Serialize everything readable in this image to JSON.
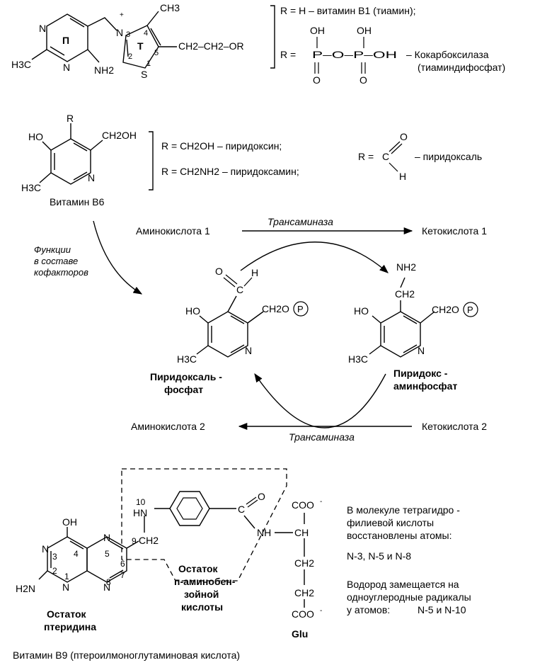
{
  "thiamine": {
    "ring_p": "П",
    "ring_t": "Т",
    "n3": "3",
    "n4": "4",
    "n2": "2",
    "n5": "5",
    "n1": "1",
    "plus": "+",
    "ch3": "CH3",
    "h3c": "H3C",
    "n_a": "N",
    "n_b": "N",
    "n_c": "N",
    "nh2": "NH2",
    "s": "S",
    "chain": "CH2–CH2–OR",
    "r_h": "R = H – витамин B1 (тиамин);",
    "r_eq": "R =",
    "oh1": "OH",
    "oh2": "OH",
    "phosphate": "P–O–P–OH",
    "o1": "O",
    "o2": "O",
    "cocarb_1": "– Кокарбоксилаза",
    "cocarb_2": "(тиаминдифосфат)"
  },
  "b6": {
    "r": "R",
    "ho": "HO",
    "ch2oh": "CH2OH",
    "h3c": "H3C",
    "n": "N",
    "label": "Витамин B6",
    "pyridoxine": "R = CH2OH – пиридоксин;",
    "pyridoxamine": "R = CH2NH2 – пиридоксамин;",
    "pyridoxal_r": "R =",
    "pyridoxal_c": "C",
    "pyridoxal_o": "O",
    "pyridoxal_h": "H",
    "pyridoxal_name": "– пиридоксаль"
  },
  "cycle": {
    "amino1": "Аминокислота 1",
    "keto1": "Кетокислота 1",
    "transaminase_top": "Трансаминаза",
    "functions_1": "Функции",
    "functions_2": "в составе",
    "functions_3": "кофакторов",
    "left_c": "C",
    "left_o": "O",
    "left_h": "H",
    "left_ho": "HO",
    "left_ch2o": "CH2O",
    "left_p": "P",
    "left_h3c": "H3C",
    "left_n": "N",
    "left_name_1": "Пиридоксаль -",
    "left_name_2": "фосфат",
    "right_nh2": "NH2",
    "right_ch2": "CH2",
    "right_ho": "HO",
    "right_ch2o": "CH2O",
    "right_p": "P",
    "right_h3c": "H3C",
    "right_n": "N",
    "right_name_1": "Пиридокс -",
    "right_name_2": "аминфосфат",
    "amino2": "Аминокислота 2",
    "keto2": "Кетокислота 2",
    "transaminase_bottom": "Трансаминаза"
  },
  "folate": {
    "oh": "OH",
    "n10_num": "10",
    "hn": "HN",
    "c": "C",
    "o": "O",
    "coo_top": "COO",
    "nh": "NH",
    "ch": "CH",
    "ch2_a": "CH2",
    "ch2_b": "CH2",
    "coo_bottom": "COO",
    "glu": "Glu",
    "ch2_9": "CH2",
    "num9": "9",
    "num3": "3",
    "num4": "4",
    "num2": "2",
    "num1": "1",
    "num5": "5",
    "num6": "6",
    "num7": "7",
    "num8": "8",
    "n1": "N",
    "n3": "N",
    "n5": "N",
    "n8": "N",
    "h2n": "H2N",
    "pteridine_1": "Остаток",
    "pteridine_2": "птеридина",
    "paba_1": "Остаток",
    "paba_2": "п-аминобен-",
    "paba_3": "зойной",
    "paba_4": "кислоты",
    "label": "Витамин B9 (птероилмоноглутаминовая кислота)",
    "note1_1": "В молекуле тетрагидро -",
    "note1_2": "филиевой кислоты",
    "note1_3": "восстановлены атомы:",
    "note1_4": "N-3, N-5 и N-8",
    "note2_1": "Водород замещается на",
    "note2_2": "одноуглеродные радикалы",
    "note2_3": "у атомов:",
    "note2_4": "N-5 и N-10"
  }
}
